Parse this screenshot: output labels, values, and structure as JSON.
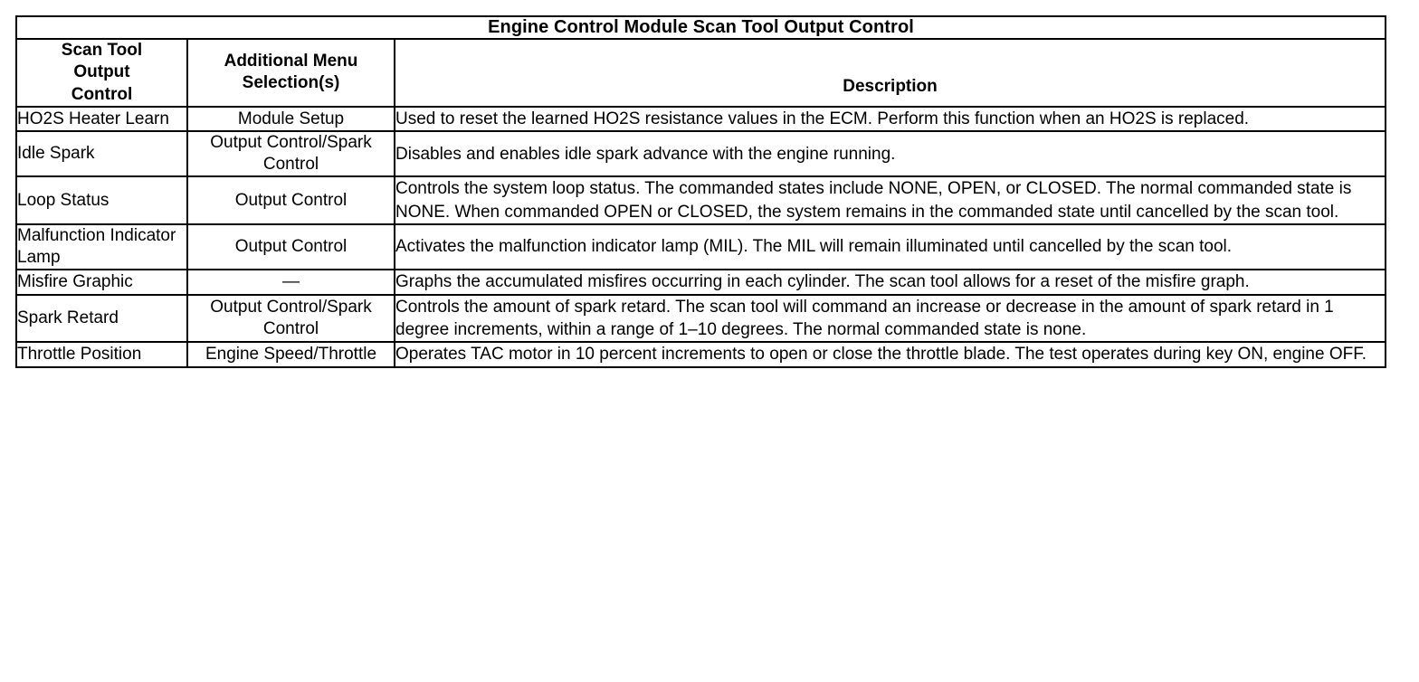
{
  "table": {
    "title": "Engine Control Module Scan Tool Output Control",
    "columns": [
      {
        "label": "Scan Tool\nOutput\nControl"
      },
      {
        "label": "Additional Menu\nSelection(s)"
      },
      {
        "label": "Description"
      }
    ],
    "rows": [
      {
        "control": "HO2S Heater Learn",
        "menu": "Module Setup",
        "description": "Used to reset the learned HO2S resistance values in the ECM. Perform this function when an HO2S is replaced."
      },
      {
        "control": "Idle Spark",
        "menu": "Output Control/Spark Control",
        "description": "Disables and enables idle spark advance with the engine running."
      },
      {
        "control": "Loop Status",
        "menu": "Output Control",
        "description": "Controls the system loop status. The commanded states include NONE, OPEN, or CLOSED. The normal commanded state is NONE. When commanded OPEN or CLOSED, the system remains in the commanded state until cancelled by the scan tool."
      },
      {
        "control": "Malfunction Indicator Lamp",
        "menu": "Output Control",
        "description": "Activates the malfunction indicator lamp (MIL). The MIL will remain illuminated until cancelled by the scan tool."
      },
      {
        "control": "Misfire Graphic",
        "menu": "—",
        "description": "Graphs the accumulated misfires occurring in each cylinder. The scan tool allows for a reset of the misfire graph."
      },
      {
        "control": "Spark Retard",
        "menu": "Output Control/Spark Control",
        "description": "Controls the amount of spark retard. The scan tool will command an increase or decrease in the amount of spark retard in 1 degree increments, within a range of 1–10 degrees. The normal commanded state is none."
      },
      {
        "control": "Throttle Position",
        "menu": "Engine Speed/Throttle",
        "description": "Operates TAC motor in 10 percent increments to open or close the throttle blade. The test operates during key ON, engine OFF."
      }
    ]
  },
  "colors": {
    "border": "#000000",
    "text": "#000000",
    "background": "#ffffff"
  }
}
